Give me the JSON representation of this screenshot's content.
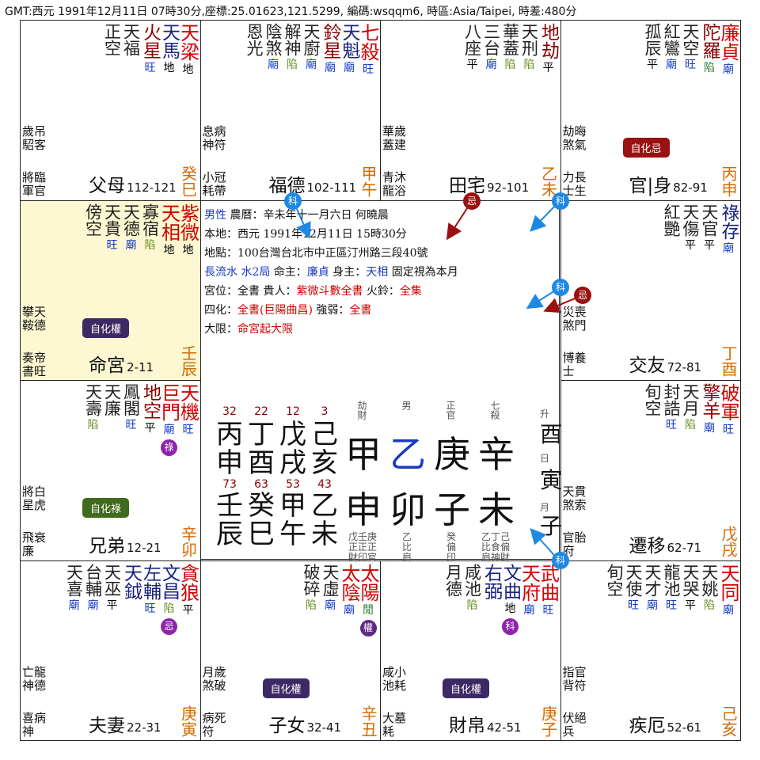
{
  "header": "GMT:西元  1991年12月11日  07時30分,座標:25.01623,121.5299, 編碼:wsqqm6, 時區:Asia/Taipei, 時差:480分",
  "palaces": [
    {
      "id": "si",
      "stars": [
        {
          "n": "天梁",
          "t": "major",
          "b": "地",
          "bc": "di"
        },
        {
          "n": "天馬",
          "t": "aux",
          "b": "地",
          "bc": "di"
        },
        {
          "n": "火星",
          "t": "bad",
          "b": "旺",
          "bc": "wang"
        },
        {
          "n": "天福",
          "t": "minor",
          "b": "",
          "bc": ""
        },
        {
          "n": "正空",
          "t": "minor",
          "b": "",
          "bc": ""
        }
      ],
      "cs1": "歲吊\n駋客",
      "cs2": "將臨\n軍官",
      "name": "父母",
      "range": "112-121",
      "gz": "癸巳"
    },
    {
      "id": "wu",
      "stars": [
        {
          "n": "七殺",
          "t": "major",
          "b": "旺",
          "bc": "wang"
        },
        {
          "n": "天魁",
          "t": "aux",
          "b": "廟",
          "bc": "miao"
        },
        {
          "n": "鈴星",
          "t": "bad",
          "b": "廟",
          "bc": "miao"
        },
        {
          "n": "天廚",
          "t": "minor",
          "b": "廟",
          "bc": "miao"
        },
        {
          "n": "解神",
          "t": "minor",
          "b": "陷",
          "bc": "xian"
        },
        {
          "n": "陰煞",
          "t": "minor",
          "b": "廟",
          "bc": "miao"
        },
        {
          "n": "恩光",
          "t": "minor",
          "b": "",
          "bc": ""
        }
      ],
      "cs1": "息病\n神符",
      "cs2": "小冠\n耗帶",
      "name": "福德",
      "range": "102-111",
      "gz": "甲午"
    },
    {
      "id": "wei",
      "stars": [
        {
          "n": "地劫",
          "t": "bad",
          "b": "平",
          "bc": "ping"
        },
        {
          "n": "天刑",
          "t": "minor",
          "b": "陷",
          "bc": "xian"
        },
        {
          "n": "華蓋",
          "t": "minor",
          "b": "陷",
          "bc": "xian"
        },
        {
          "n": "三台",
          "t": "minor",
          "b": "廟",
          "bc": "miao"
        },
        {
          "n": "八座",
          "t": "minor",
          "b": "平",
          "bc": "ping"
        }
      ],
      "cs1": "華歲\n蓋建",
      "cs2": "青沐\n龍浴",
      "name": "田宅",
      "range": "92-101",
      "gz": "乙未"
    },
    {
      "id": "shen",
      "stars": [
        {
          "n": "廉貞",
          "t": "major",
          "b": "廟",
          "bc": "miao"
        },
        {
          "n": "陀羅",
          "t": "bad",
          "b": "陷",
          "bc": "jian"
        },
        {
          "n": "天空",
          "t": "minor",
          "b": "旺",
          "bc": "wang"
        },
        {
          "n": "紅鸞",
          "t": "minor",
          "b": "廟",
          "bc": "miao"
        },
        {
          "n": "孤辰",
          "t": "minor",
          "b": "平",
          "bc": "ping"
        }
      ],
      "cs1": "劫晦\n煞氣",
      "cs2": "力長\n士生",
      "name": "官|身",
      "range": "82-91",
      "gz": "丙申",
      "tag": "自化忌",
      "tagc": "ji"
    },
    {
      "id": "chen",
      "stars": [
        {
          "n": "紫微",
          "t": "major",
          "b": "地",
          "bc": "di"
        },
        {
          "n": "天相",
          "t": "major",
          "b": "地",
          "bc": "di"
        },
        {
          "n": "寡宿",
          "t": "minor",
          "b": "陷",
          "bc": "xian"
        },
        {
          "n": "天德",
          "t": "minor",
          "b": "廟",
          "bc": "miao"
        },
        {
          "n": "天貴",
          "t": "minor",
          "b": "旺",
          "bc": "wang"
        },
        {
          "n": "傍空",
          "t": "minor",
          "b": "",
          "bc": ""
        }
      ],
      "cs1": "攀天\n鞍德",
      "cs2": "奏帝\n書旺",
      "name": "命宮",
      "range": "2-11",
      "gz": "壬辰",
      "tag": "自化權",
      "tagc": "quan",
      "ming": true
    },
    {
      "id": "you",
      "stars": [
        {
          "n": "祿存",
          "t": "aux",
          "b": "廟",
          "bc": "miao"
        },
        {
          "n": "天官",
          "t": "minor",
          "b": "平",
          "bc": "ping"
        },
        {
          "n": "天傷",
          "t": "minor",
          "b": "平",
          "bc": "ping"
        },
        {
          "n": "紅艷",
          "t": "minor",
          "b": "",
          "bc": ""
        }
      ],
      "cs1": "災喪\n煞門",
      "cs2": "博養\n士",
      "name": "交友",
      "range": "72-81",
      "gz": "丁酉"
    },
    {
      "id": "mao",
      "stars": [
        {
          "n": "天機",
          "t": "major",
          "b": "旺",
          "bc": "wang"
        },
        {
          "n": "巨門",
          "t": "major",
          "b": "廟",
          "bc": "miao",
          "h": "祿",
          "hc": "lu"
        },
        {
          "n": "地空",
          "t": "bad",
          "b": "平",
          "bc": "ping"
        },
        {
          "n": "鳳閣",
          "t": "minor",
          "b": "旺",
          "bc": "wang"
        },
        {
          "n": "天廉",
          "t": "minor",
          "b": "",
          "bc": ""
        },
        {
          "n": "天壽",
          "t": "minor",
          "b": "陷",
          "bc": "xian"
        }
      ],
      "cs1": "將白\n星虎",
      "cs2": "飛衰\n廉",
      "name": "兄弟",
      "range": "12-21",
      "gz": "辛卯",
      "tag": "自化祿",
      "tagc": "lu"
    },
    {
      "id": "xu",
      "stars": [
        {
          "n": "破軍",
          "t": "major",
          "b": "旺",
          "bc": "wang"
        },
        {
          "n": "擎羊",
          "t": "bad",
          "b": "廟",
          "bc": "miao"
        },
        {
          "n": "天月",
          "t": "minor",
          "b": "陷",
          "bc": "xian"
        },
        {
          "n": "封誥",
          "t": "minor",
          "b": "旺",
          "bc": "wang"
        },
        {
          "n": "旬空",
          "t": "minor",
          "b": "",
          "bc": ""
        }
      ],
      "cs1": "天貫\n煞索",
      "cs2": "官胎\n府",
      "name": "遷移",
      "range": "62-71",
      "gz": "戊戌"
    },
    {
      "id": "yin",
      "stars": [
        {
          "n": "貪狼",
          "t": "major",
          "b": "平",
          "bc": "ping"
        },
        {
          "n": "文昌",
          "t": "aux",
          "b": "陷",
          "bc": "xian",
          "h": "忌",
          "hc": "ji"
        },
        {
          "n": "左輔",
          "t": "aux",
          "b": "旺",
          "bc": "wang"
        },
        {
          "n": "天鉞",
          "t": "aux",
          "b": "",
          "bc": ""
        },
        {
          "n": "天巫",
          "t": "minor",
          "b": "平",
          "bc": "ping"
        },
        {
          "n": "台輔",
          "t": "minor",
          "b": "廟",
          "bc": "miao"
        },
        {
          "n": "天喜",
          "t": "minor",
          "b": "廟",
          "bc": "miao"
        }
      ],
      "cs1": "亡龍\n神德",
      "cs2": "喜病\n神",
      "name": "夫妻",
      "range": "22-31",
      "gz": "庚寅"
    },
    {
      "id": "chou",
      "stars": [
        {
          "n": "太陽",
          "t": "major",
          "b": "閒",
          "bc": "jian",
          "h": "權",
          "hc": "quan"
        },
        {
          "n": "太陰",
          "t": "major",
          "b": "廟",
          "bc": "miao"
        },
        {
          "n": "天虛",
          "t": "minor",
          "b": "廟",
          "bc": "miao"
        },
        {
          "n": "破碎",
          "t": "minor",
          "b": "陷",
          "bc": "xian"
        }
      ],
      "cs1": "月歲\n煞破",
      "cs2": "病死\n符",
      "name": "子女",
      "range": "32-41",
      "gz": "辛丑",
      "tag": "自化權",
      "tagc": "quan"
    },
    {
      "id": "zi",
      "stars": [
        {
          "n": "武曲",
          "t": "major",
          "b": "旺",
          "bc": "wang"
        },
        {
          "n": "天府",
          "t": "major",
          "b": "廟",
          "bc": "miao"
        },
        {
          "n": "文曲",
          "t": "aux",
          "b": "地",
          "bc": "di",
          "h": "科",
          "hc": "ke"
        },
        {
          "n": "右弼",
          "t": "aux",
          "b": "",
          "bc": ""
        },
        {
          "n": "咸池",
          "t": "minor",
          "b": "陷",
          "bc": "xian"
        },
        {
          "n": "月德",
          "t": "minor",
          "b": "",
          "bc": ""
        }
      ],
      "cs1": "咸小\n池耗",
      "cs2": "大墓\n耗",
      "name": "財帛",
      "range": "42-51",
      "gz": "庚子",
      "tag": "自化權",
      "tagc": "quan"
    },
    {
      "id": "hai",
      "stars": [
        {
          "n": "天同",
          "t": "major",
          "b": "廟",
          "bc": "miao"
        },
        {
          "n": "天姚",
          "t": "minor",
          "b": "陷",
          "bc": "xian"
        },
        {
          "n": "天哭",
          "t": "minor",
          "b": "平",
          "bc": "ping"
        },
        {
          "n": "龍池",
          "t": "minor",
          "b": "旺",
          "bc": "wang"
        },
        {
          "n": "天才",
          "t": "minor",
          "b": "廟",
          "bc": "miao"
        },
        {
          "n": "天使",
          "t": "minor",
          "b": "旺",
          "bc": "wang"
        },
        {
          "n": "旬空",
          "t": "minor",
          "b": "",
          "bc": ""
        }
      ],
      "cs1": "指官\n背符",
      "cs2": "伏絕\n兵",
      "name": "疾厄",
      "range": "52-61",
      "gz": "己亥"
    }
  ],
  "info": {
    "l1a": "男性",
    "l1b": "  農曆：辛未年十一月六日        何曉晨",
    "l2": "本地：西元  1991年12月11日  15時30分",
    "l3": "地點：100台灣台北市中正區汀州路三段40號",
    "l4a": "長流水 水2局",
    "l4b": "  命主：",
    "l4c": "廉貞",
    "l4d": "  身主：",
    "l4e": "天相",
    "l4f": "  固定視為本月",
    "l5a": "宮位：全書  貴人：",
    "l5b": "紫微斗數全書",
    "l5c": "  火鈴：",
    "l5d": "全集",
    "l6a": "四化：",
    "l6b": "全書(巨陽曲昌)",
    "l6c": "      強弱：",
    "l6d": "全書",
    "l7a": "大限：",
    "l7b": "命宮起大限"
  },
  "luck": {
    "nums_top": [
      "32",
      "22",
      "12",
      "3"
    ],
    "stems_top": [
      "丙",
      "丁",
      "戊",
      "己"
    ],
    "branches_top": [
      "申",
      "酉",
      "戌",
      "亥"
    ],
    "nums_bot": [
      "73",
      "63",
      "53",
      "43"
    ],
    "stems_bot": [
      "壬",
      "癸",
      "甲",
      "乙"
    ],
    "branches_bot": [
      "辰",
      "巳",
      "午",
      "未"
    ]
  },
  "bazi": {
    "stems": [
      "甲",
      "乙",
      "庚",
      "辛"
    ],
    "branches": [
      "申",
      "卯",
      "子",
      "未"
    ],
    "top_labels": [
      "劫財",
      "男",
      "正官",
      "七殺"
    ],
    "bottom_labels": [
      "戊壬庚\n正正正\n財印官",
      "乙\n比\n肩",
      "癸\n偏\n印",
      "乙丁己\n比食偏\n肩神財"
    ],
    "side": [
      "升",
      "酉",
      "日",
      "寅",
      "月",
      "子"
    ]
  },
  "markers": {
    "ke": "科",
    "ji": "忌"
  }
}
